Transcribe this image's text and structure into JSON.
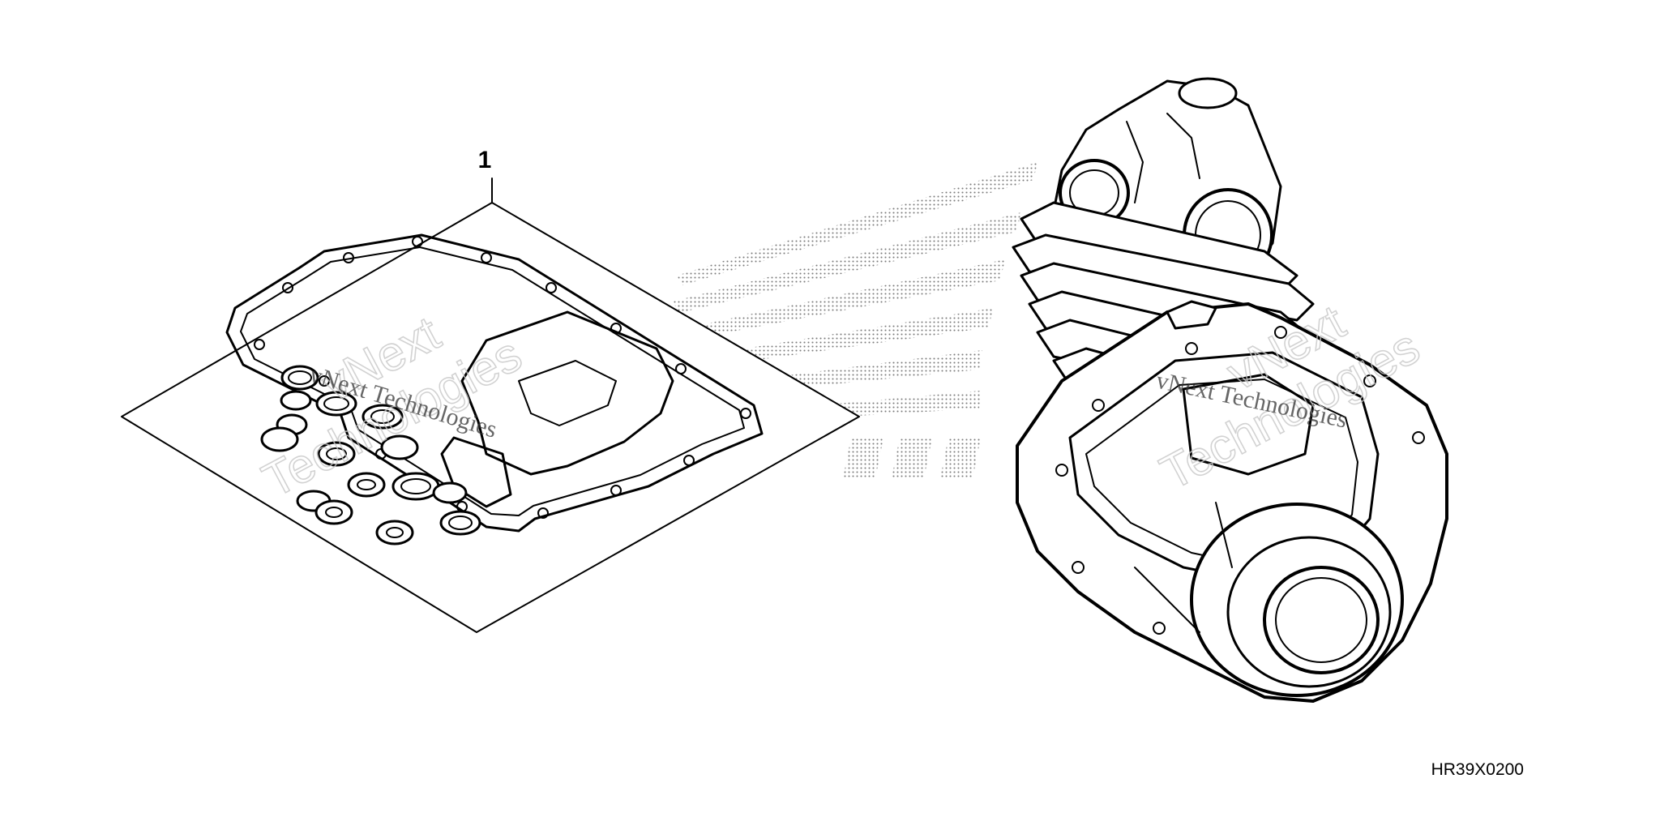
{
  "diagram": {
    "callout": "1",
    "part_code": "HR39X0200",
    "watermark": {
      "line1": "vNext",
      "line2": "Technologies",
      "full": "vNext Technologies"
    },
    "colors": {
      "ink": "#000000",
      "background": "#ffffff",
      "dots": "#7a7a7a"
    }
  }
}
